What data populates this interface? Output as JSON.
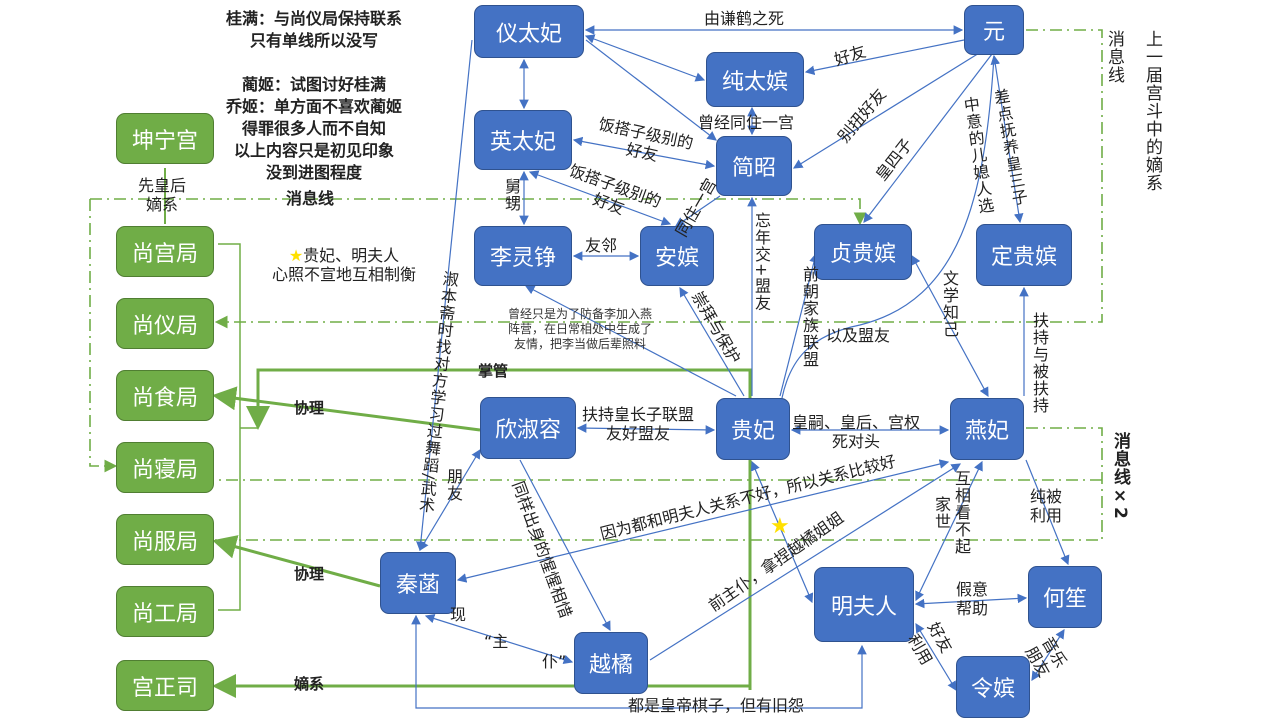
{
  "notes": {
    "top_left": "桂满：与尚仪局保持联系\n只有单线所以没写\n\n蔺姬：试图讨好桂满\n乔姬：单方面不喜欢蔺姬\n得罪很多人而不自知\n以上内容只是初见印象\n没到进图程度",
    "message_line": "消息线",
    "balance": "贵妃、明夫人\n心照不宣地互相制衡",
    "prev_empress": "先皇后\n嫡系",
    "right_top": "上一届宫斗中的嫡系\n\n消息线",
    "right_bottom": "消息线×2"
  },
  "colors": {
    "person": "#4472C4",
    "office": "#70AD47",
    "star": "#FFE000"
  },
  "people": [
    "仪太妃",
    "元",
    "纯太嫔",
    "英太妃",
    "简昭",
    "李灵铮",
    "安嫔",
    "贞贵嫔",
    "定贵嫔",
    "欣淑容",
    "贵妃",
    "燕妃",
    "秦菡",
    "越橘",
    "明夫人",
    "何笙",
    "令嫔"
  ],
  "offices": [
    "坤宁宫",
    "尚宫局",
    "尚仪局",
    "尚食局",
    "尚寝局",
    "尚服局",
    "尚工局",
    "宫正司"
  ],
  "relations": {
    "yuan_death": "由谦鹤之死",
    "chun_yuan": "好友",
    "lived_together": "曾经同住一宫",
    "ying_jian": "饭搭子级别的\n好友",
    "ying_an": "饭搭子级别的\n好友",
    "uncle_nephew": "舅甥",
    "neighbors": "友邻",
    "an_jian": "同住一宫",
    "awkward_friends": "别扭好友",
    "fourth_prince": "皇四子",
    "daughter_in_law": "中意的儿媳人选",
    "third_prince": "差点抚养皇三子",
    "age_gap": "忘年交+盟友",
    "court_family": "前朝家族联盟",
    "and_allies": "以及盟友",
    "literary": "文学知己",
    "support": "扶持与被扶持",
    "li_guifei": "曾经只是为了防备李加入燕\n阵营，在日常相处中生成了\n友情，把李当做后辈照料",
    "worship": "崇拜与保护",
    "dance": "淑本斋时找对方学习过舞蹈/武术",
    "manage": "掌管",
    "assist1": "协理",
    "assist2": "协理",
    "direct_line": "嫡系",
    "xin_gui": "扶持皇长子联盟\n友好盟友",
    "gui_yan": "皇嗣、皇后、宫权\n死对头",
    "friends": "朋友",
    "same_origin": "同样出身的惺惺相惜",
    "qin_yan": "因为都和明夫人关系不好，所以关系比较好",
    "former_master": "前主仆，拿捏越橘姐姐",
    "now_master_1": "现",
    "now_master_2": "“主",
    "now_master_3": "仆”",
    "chess_pieces": "都是皇帝棋子，但有旧怨",
    "family": "家世",
    "look_down": "互相看不起",
    "used": "纯被利用",
    "fake_help": "假意\n帮助",
    "good_friends": "好友",
    "use": "利用",
    "music": "音乐\n朋友"
  }
}
